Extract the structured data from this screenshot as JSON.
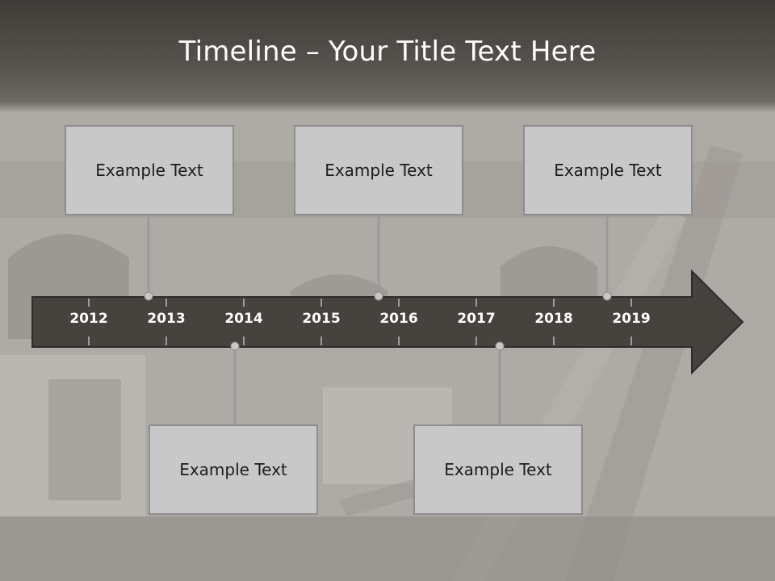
{
  "slide": {
    "title": "Timeline – Your Title Text Here"
  },
  "timeline": {
    "years": [
      "2012",
      "2013",
      "2014",
      "2015",
      "2016",
      "2017",
      "2018",
      "2019"
    ],
    "events": [
      {
        "text": "Example Text"
      },
      {
        "text": "Example Text"
      },
      {
        "text": "Example Text"
      },
      {
        "text": "Example Text"
      },
      {
        "text": "Example Text"
      }
    ]
  },
  "colors": {
    "arrow_fill": "#46423d",
    "card_fill": "#c8c8c8",
    "card_border": "#8d8d8d",
    "connector": "#9a9a9a",
    "title_text": "#ffffff"
  }
}
